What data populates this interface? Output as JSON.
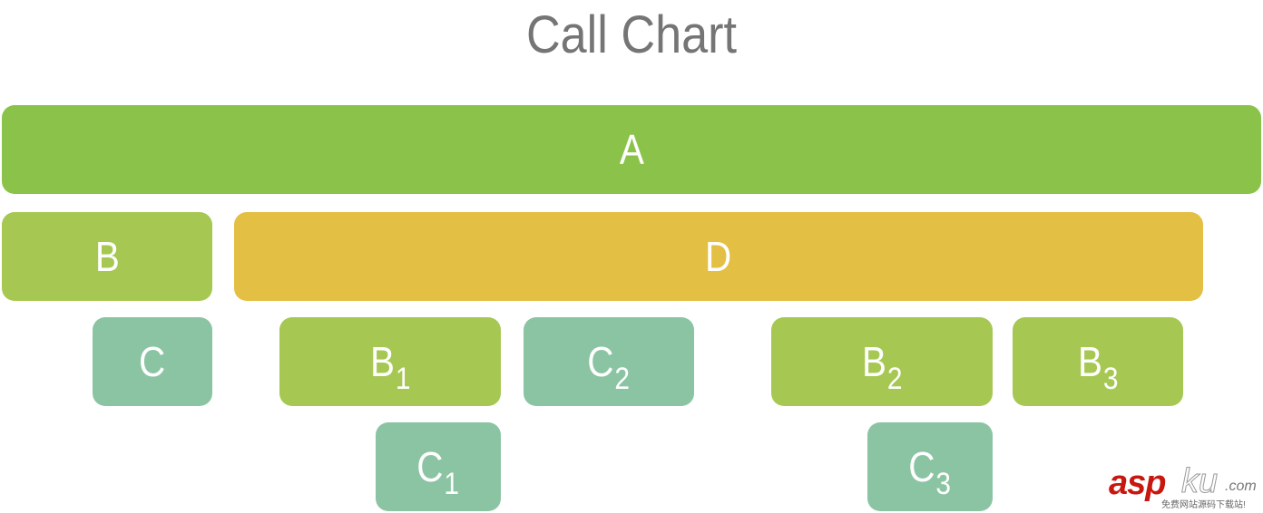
{
  "title": "Call Chart",
  "colors": {
    "A": "#8bc34a",
    "B": "#a6c853",
    "D": "#e3bf44",
    "C": "#8bc4a3",
    "text": "#ffffff",
    "title": "#757575"
  },
  "nodes": {
    "A": {
      "label": "A",
      "sub": ""
    },
    "B": {
      "label": "B",
      "sub": ""
    },
    "D": {
      "label": "D",
      "sub": ""
    },
    "C": {
      "label": "C",
      "sub": ""
    },
    "B1": {
      "label": "B",
      "sub": "1"
    },
    "C2": {
      "label": "C",
      "sub": "2"
    },
    "B2": {
      "label": "B",
      "sub": "2"
    },
    "B3": {
      "label": "B",
      "sub": "3"
    },
    "C1": {
      "label": "C",
      "sub": "1"
    },
    "C3": {
      "label": "C",
      "sub": "3"
    }
  },
  "hierarchy": [
    {
      "node": "A",
      "depth": 0,
      "children": [
        "B",
        "D"
      ]
    },
    {
      "node": "B",
      "depth": 1,
      "children": [
        "C"
      ]
    },
    {
      "node": "D",
      "depth": 1,
      "children": [
        "B1",
        "C2",
        "B2",
        "B3"
      ]
    },
    {
      "node": "B1",
      "depth": 2,
      "children": [
        "C1"
      ]
    },
    {
      "node": "B2",
      "depth": 2,
      "children": [
        "C3"
      ]
    }
  ],
  "watermark": {
    "brand_red": "asp",
    "brand_gray": "ku",
    "tld": ".com",
    "tagline": "免费网站源码下载站!"
  }
}
